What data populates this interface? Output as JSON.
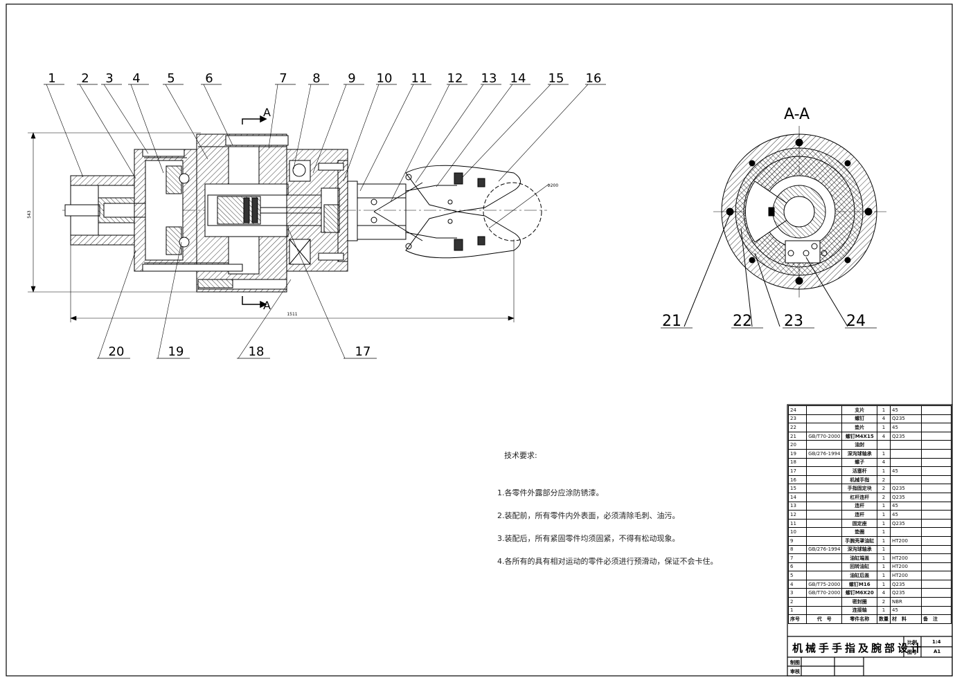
{
  "drawing": {
    "section_label": "A-A",
    "cut_marker": "A",
    "balloons_top": [
      "1",
      "2",
      "3",
      "4",
      "5",
      "6",
      "7",
      "8",
      "9",
      "10",
      "11",
      "12",
      "13",
      "14",
      "15",
      "16"
    ],
    "balloons_bottom": [
      "20",
      "19",
      "18",
      "17"
    ],
    "balloons_section": [
      "21",
      "22",
      "23",
      "24"
    ],
    "dim_height": "543",
    "dim_length": "1511",
    "dim_diameter": "Φ200"
  },
  "notes": {
    "title": "技术要求:",
    "items": [
      "1.各零件外露部分应涂防锈漆。",
      "2.装配前，所有零件内外表面，必须清除毛刺、油污。",
      "3.装配后，所有紧固零件均须固紧，不得有松动现象。",
      "4.各所有的具有相对运动的零件必须进行预滑动，保证不会卡住。"
    ]
  },
  "bom": {
    "rows": [
      [
        "24",
        "",
        "支片",
        "1",
        "45",
        ""
      ],
      [
        "23",
        "",
        "螺钉",
        "4",
        "Q235",
        ""
      ],
      [
        "22",
        "",
        "垫片",
        "1",
        "45",
        ""
      ],
      [
        "21",
        "GB/T70-2000",
        "螺钉M4X15",
        "4",
        "Q235",
        ""
      ],
      [
        "20",
        "",
        "油封",
        "",
        "",
        ""
      ],
      [
        "19",
        "GB/276-1994",
        "深沟球轴承",
        "1",
        "",
        ""
      ],
      [
        "18",
        "",
        "螺子",
        "4",
        "",
        ""
      ],
      [
        "17",
        "",
        "活塞杆",
        "1",
        "45",
        ""
      ],
      [
        "16",
        "",
        "机械手指",
        "2",
        "",
        ""
      ],
      [
        "15",
        "",
        "手指固定块",
        "2",
        "Q235",
        ""
      ],
      [
        "14",
        "",
        "杠杆连杆",
        "2",
        "Q235",
        ""
      ],
      [
        "13",
        "",
        "连杆",
        "1",
        "45",
        ""
      ],
      [
        "12",
        "",
        "连杆",
        "1",
        "45",
        ""
      ],
      [
        "11",
        "",
        "固定座",
        "1",
        "Q235",
        ""
      ],
      [
        "10",
        "",
        "垫圈",
        "1",
        "",
        ""
      ],
      [
        "9",
        "",
        "手腕壳罩油缸",
        "1",
        "HT200",
        ""
      ],
      [
        "8",
        "GB/276-1994",
        "深沟球轴承",
        "1",
        "",
        ""
      ],
      [
        "7",
        "",
        "油缸端盖",
        "1",
        "HT200",
        ""
      ],
      [
        "6",
        "",
        "回转油缸",
        "1",
        "HT200",
        ""
      ],
      [
        "5",
        "",
        "油缸后盖",
        "1",
        "HT200",
        ""
      ],
      [
        "4",
        "GB/T75-2000",
        "螺钉M16",
        "1",
        "Q235",
        ""
      ],
      [
        "3",
        "GB/T70-2000",
        "螺钉M6X20",
        "4",
        "Q235",
        ""
      ],
      [
        "2",
        "",
        "密封圈",
        "2",
        "NBR",
        ""
      ],
      [
        "1",
        "",
        "连接轴",
        "1",
        "45",
        ""
      ]
    ],
    "header": [
      "序号",
      "代　号",
      "零件名称",
      "数量",
      "材　料",
      "备　注"
    ]
  },
  "title_block": {
    "title": "机械手手指及腕部设计",
    "scale_label": "比例",
    "scale_value": "1:4",
    "sheet_label": "图号",
    "sheet_value": "A1",
    "drawn_label": "制图",
    "check_label": "审核"
  }
}
